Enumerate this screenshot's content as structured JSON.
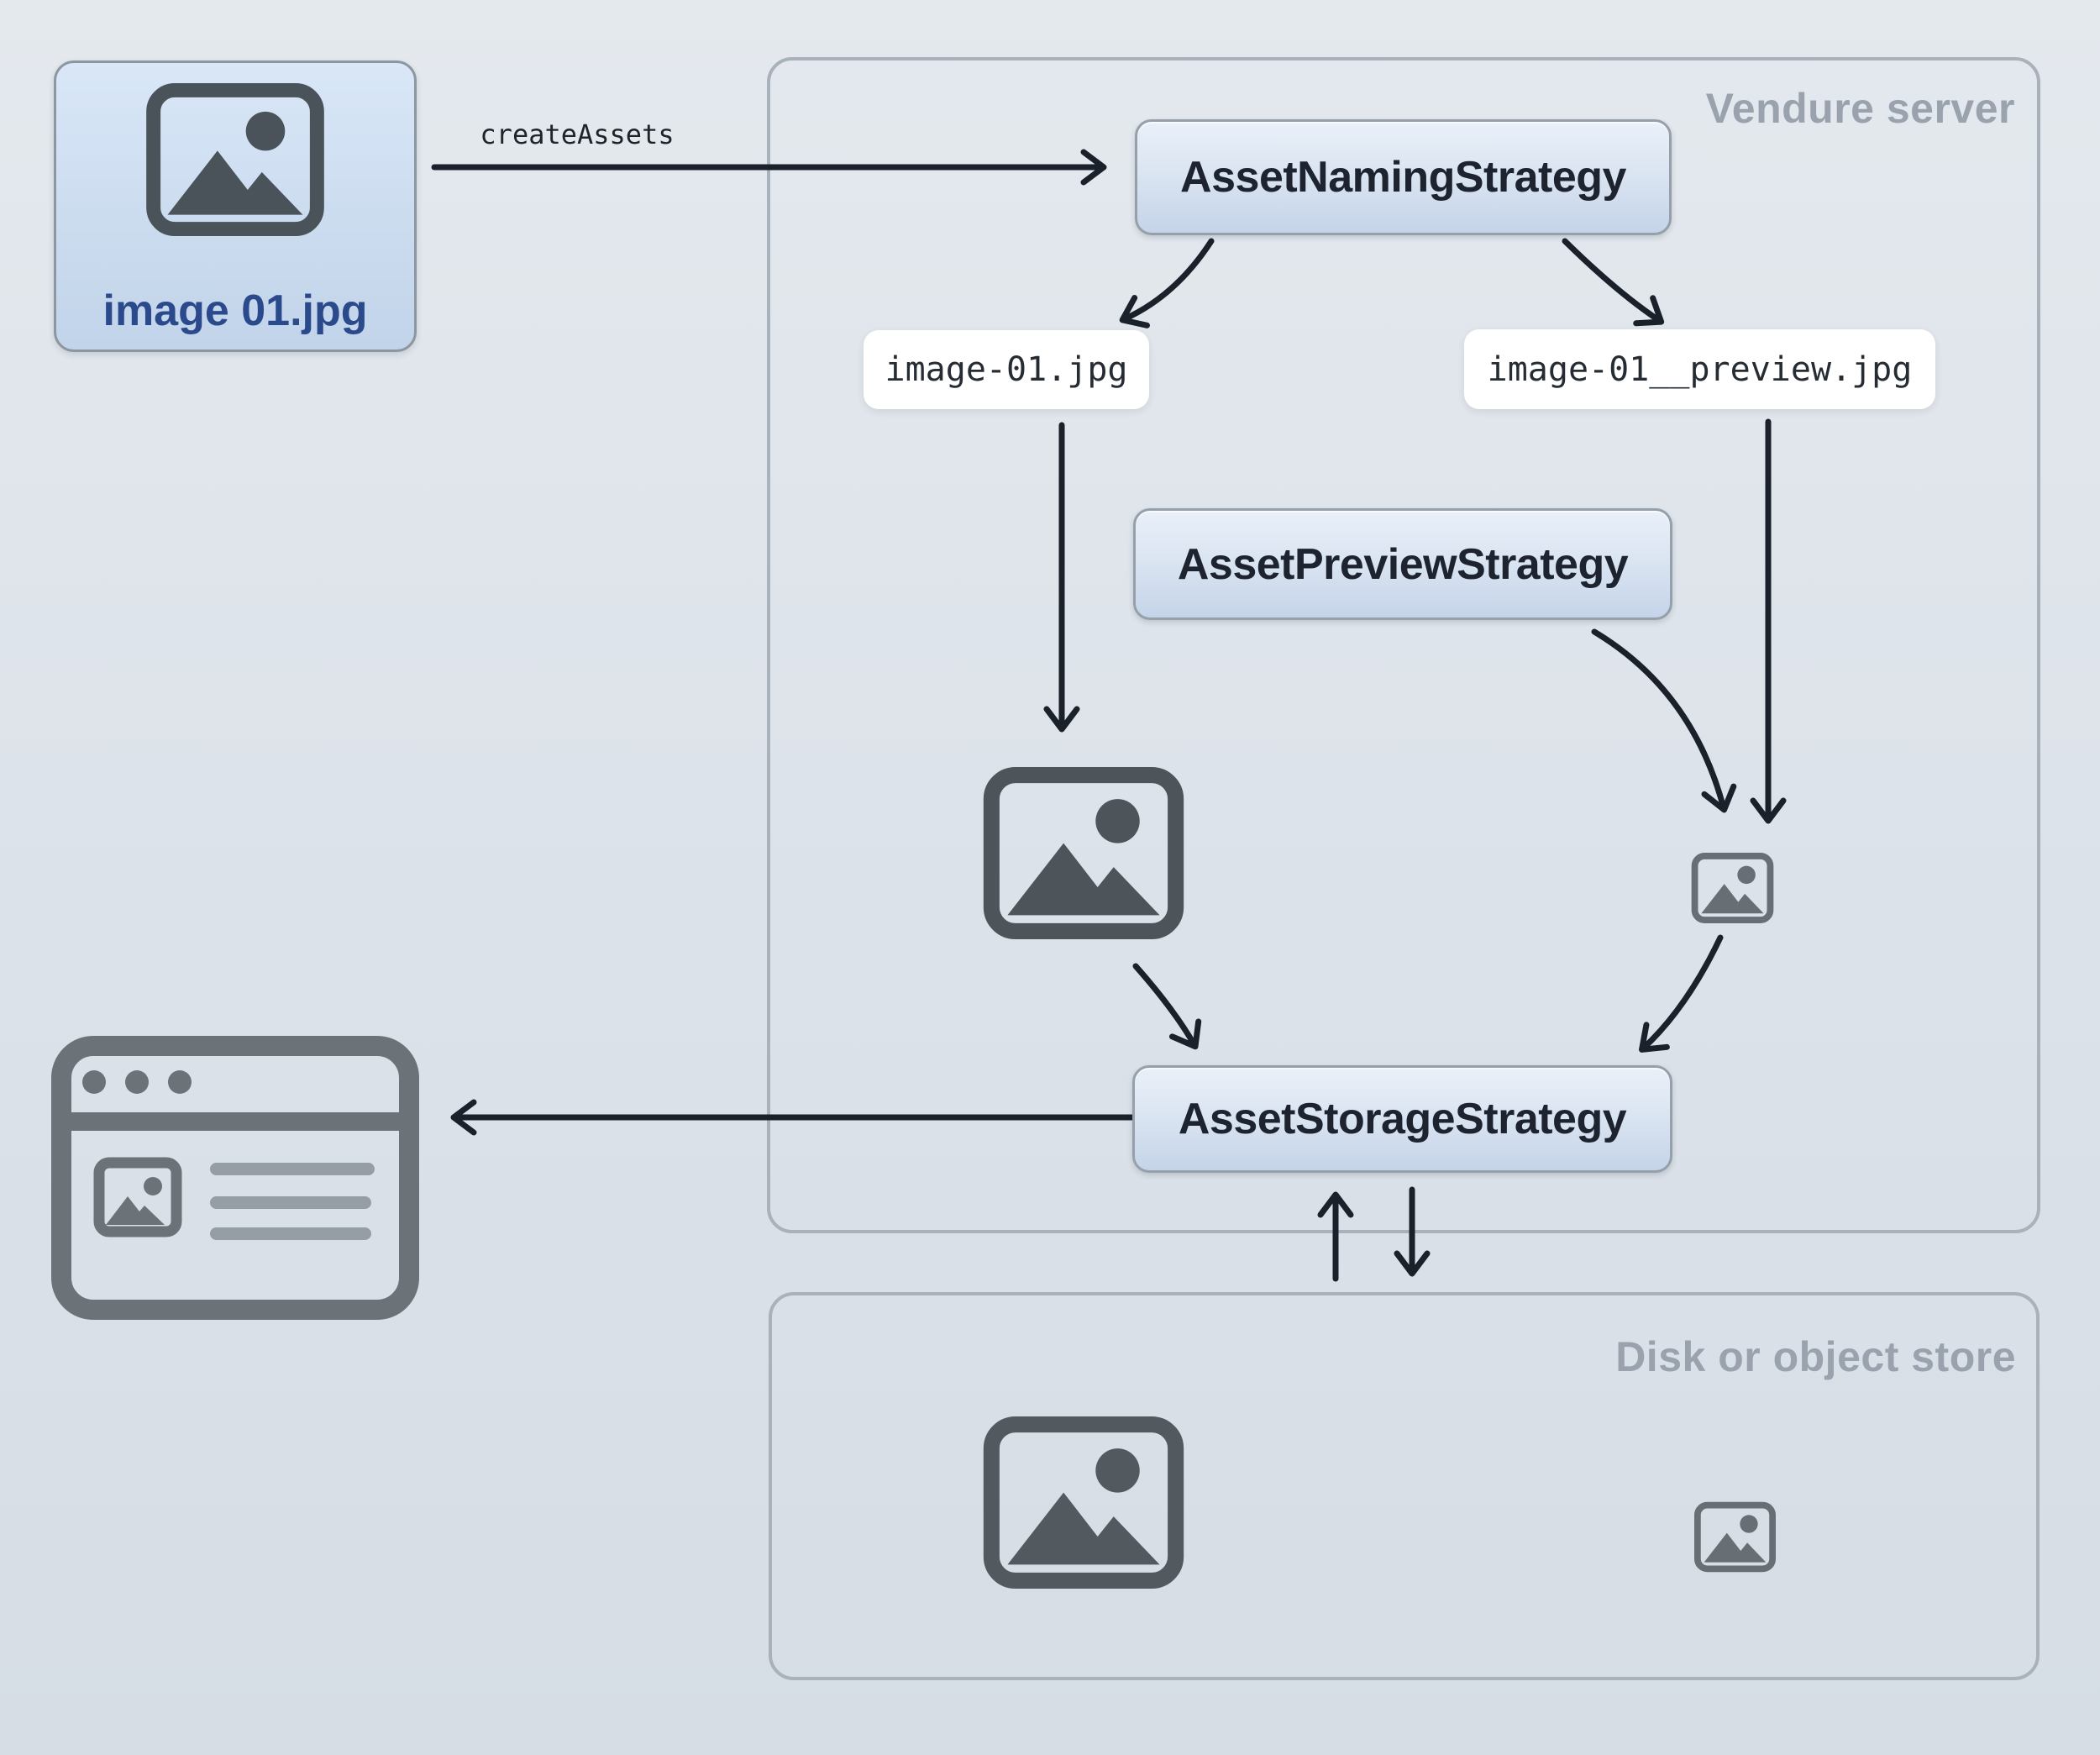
{
  "diagram": {
    "source_file": {
      "label": "image 01.jpg"
    },
    "create_assets_label": "createAssets",
    "vendure_server": {
      "title": "Vendure server",
      "naming_strategy": "AssetNamingStrategy",
      "preview_strategy": "AssetPreviewStrategy",
      "storage_strategy": "AssetStorageStrategy",
      "source_filename": "image-01.jpg",
      "preview_filename": "image-01__preview.jpg"
    },
    "disk_store": {
      "title": "Disk or object store"
    },
    "colors": {
      "background": "#dde3ea",
      "arrow": "#1b212a",
      "container_border": "#a9b1ba",
      "container_title": "#9aa3ad",
      "strategy_box_top": "#eaf0f9",
      "strategy_box_bottom": "#c5d4e9",
      "strategy_text": "#1d2430",
      "source_card_label": "#2b4a8c",
      "filename_chip_bg": "#ffffff",
      "icon_dark": "#4d555b",
      "icon_medium": "#676e74",
      "browser_icon": "#6b7378"
    }
  }
}
